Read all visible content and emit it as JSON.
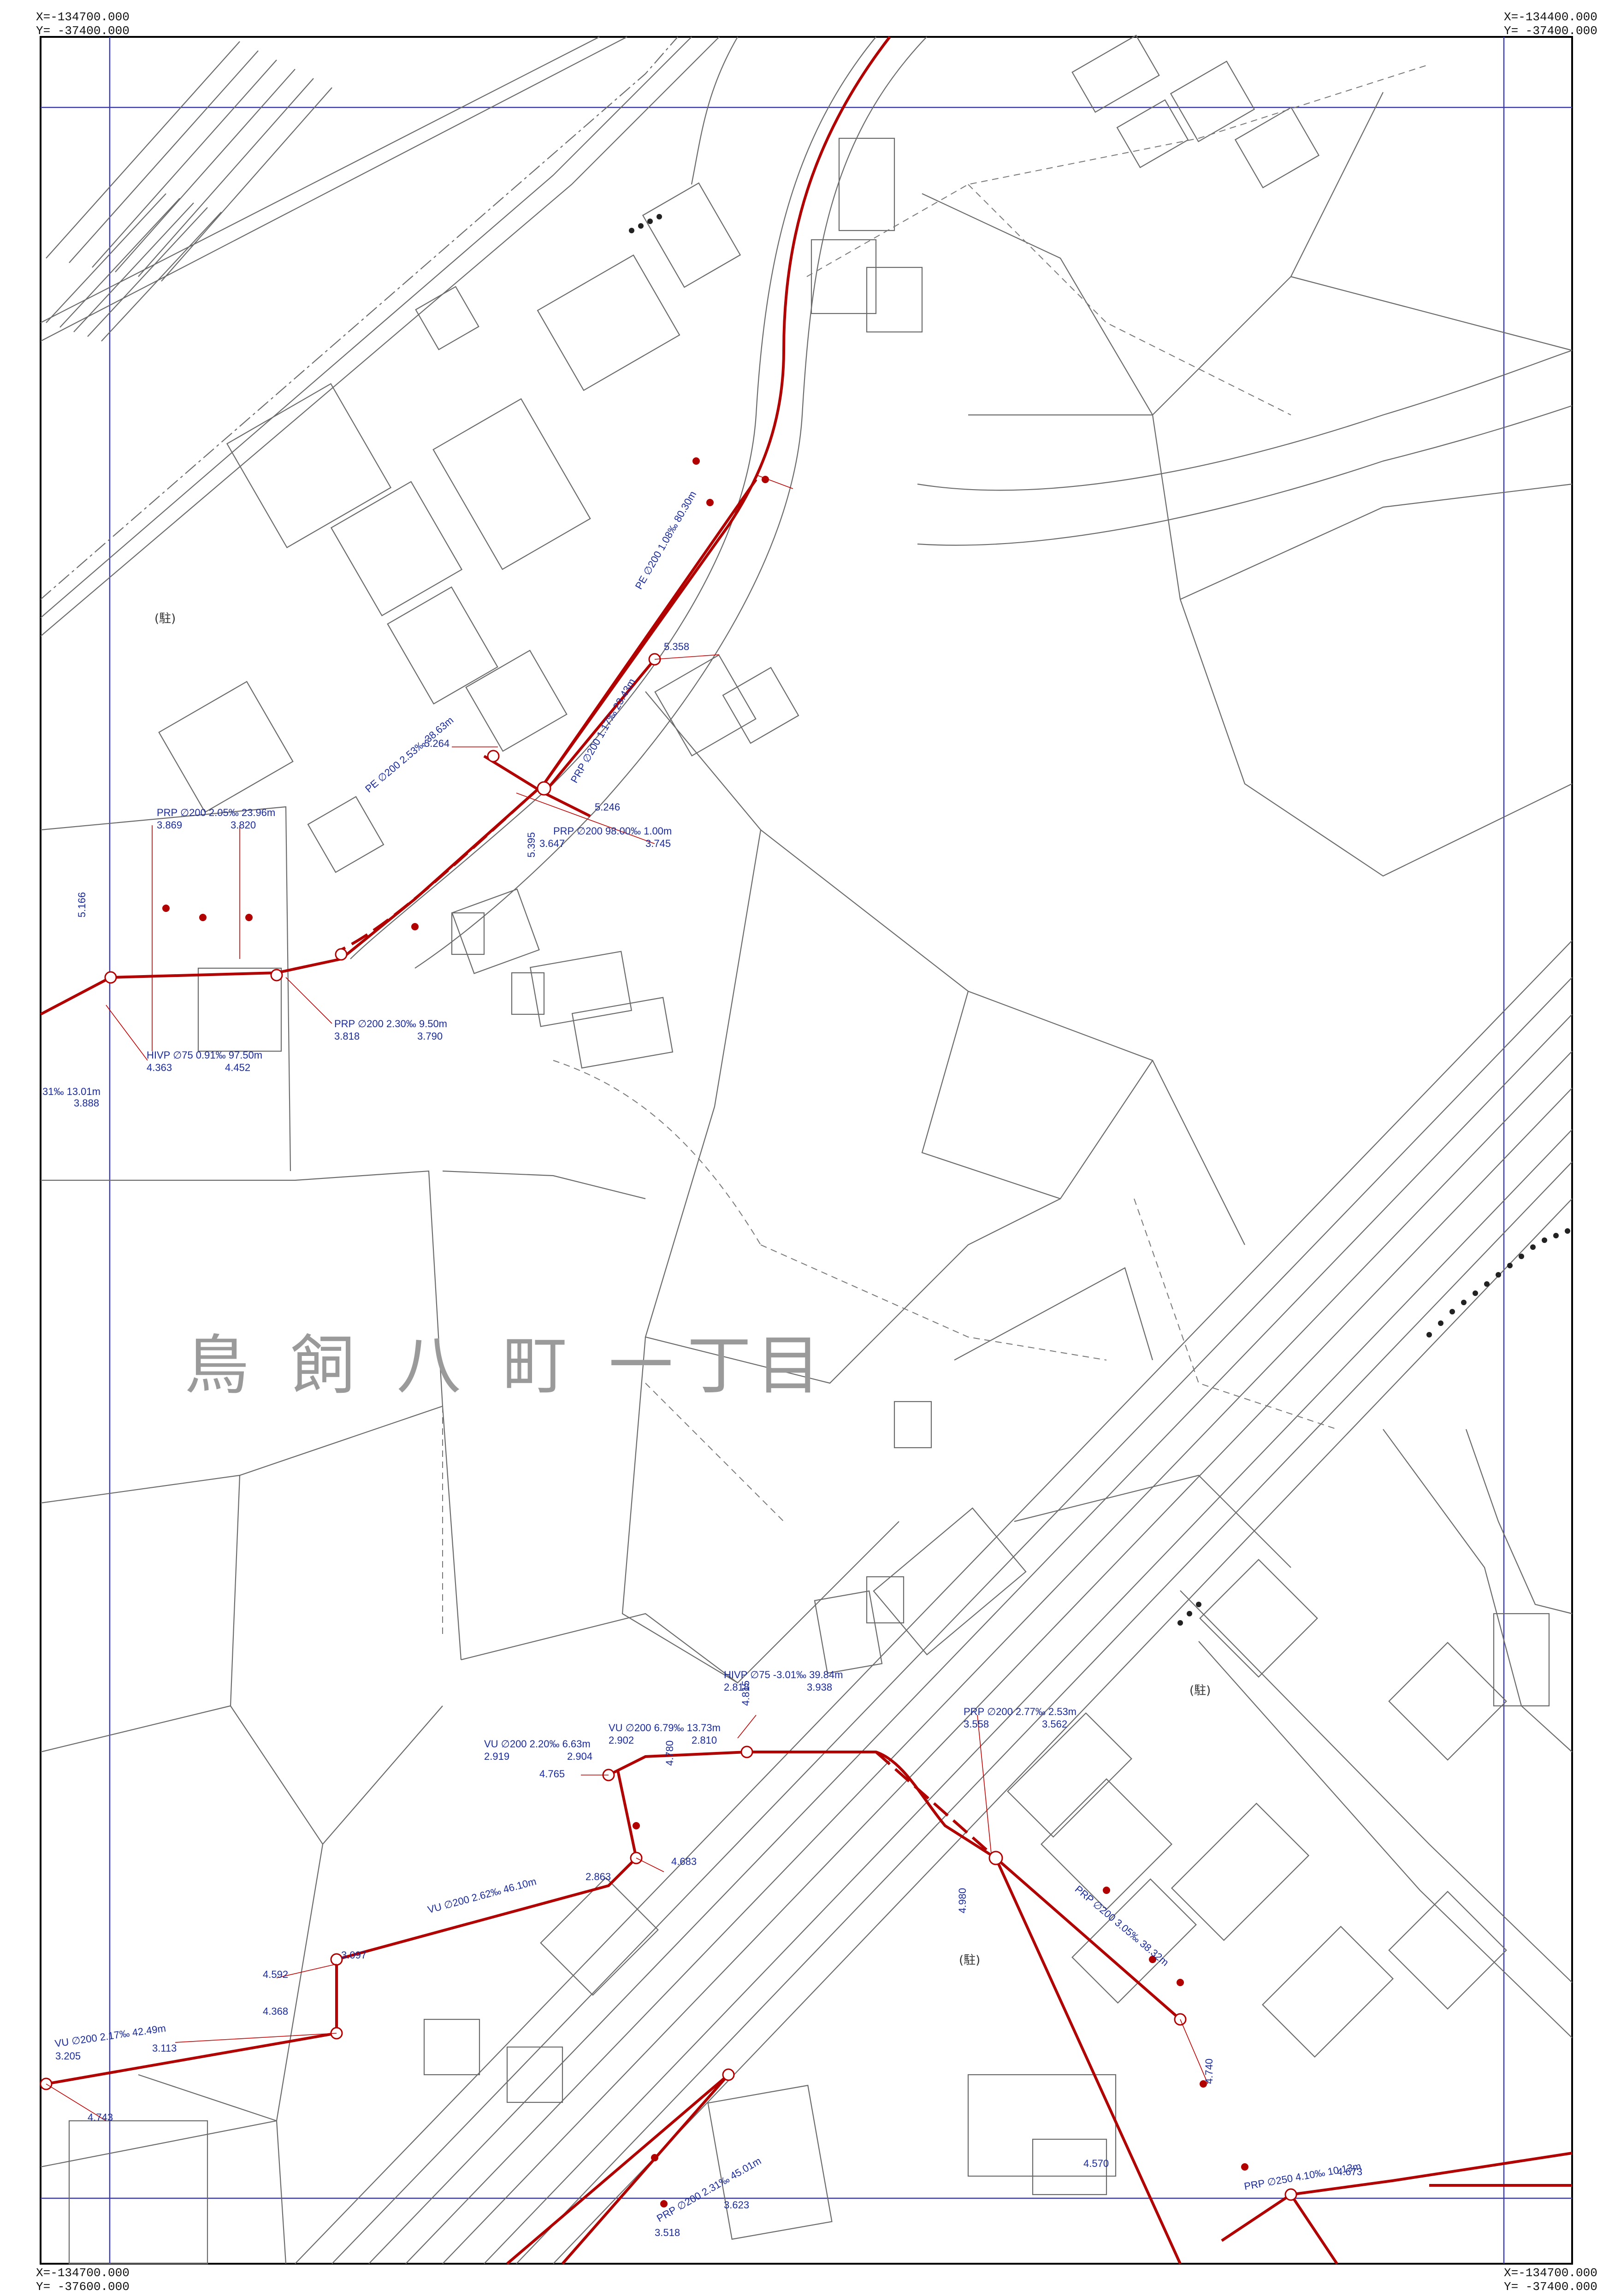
{
  "corners": {
    "top_left": {
      "x": "X=-134700.000",
      "y": "Y= -37400.000"
    },
    "top_right": {
      "x": "X=-134400.000",
      "y": "Y= -37400.000"
    },
    "bottom_left": {
      "x": "X=-134700.000",
      "y": "Y= -37600.000"
    },
    "bottom_right": {
      "x": "X=-134700.000",
      "y": "Y= -37400.000"
    }
  },
  "town_name": [
    "鳥",
    "飼",
    "八",
    "町",
    "一",
    "丁",
    "目"
  ],
  "park_marks": [
    "(駐)",
    "(駐)",
    "(駐)"
  ],
  "pipe_labels": {
    "l1": "PRP ∅200 2.05‰ 23.96m",
    "l1v": "3.869",
    "l1w": "3.820",
    "l2": "PRP ∅200 2.30‰ 9.50m",
    "l2v": "3.818",
    "l2w": "3.790",
    "l3": "HIVP ∅75 0.91‰ 97.50m",
    "l3v": "4.363",
    "l3w": "4.452",
    "l4": "31‰ 13.01m",
    "l4v": "3.888",
    "l5": "PE ∅200 1.08‰ 80.30m",
    "l6": "PRP ∅200 1.17‰ 23.43m",
    "l7": "PRP ∅200 98.00‰ 1.00m",
    "l7v": "3.647",
    "l7w": "3.745",
    "l8": "PE ∅200 2.53‰ 38.63m",
    "l9": "5.358",
    "l10": "5.246",
    "l11": "5.264",
    "l12": "VU ∅200 2.20‰ 6.63m",
    "l12v": "2.919",
    "l12w": "2.904",
    "l13": "VU ∅200 6.79‰ 13.73m",
    "l13v": "2.902",
    "l13w": "2.810",
    "l14": "HIVP ∅75 -3.01‰ 39.84m",
    "l14v": "2.818",
    "l14w": "3.938",
    "l15": "PRP ∅200 2.77‰ 2.53m",
    "l15v": "3.558",
    "l15w": "3.562",
    "l16": "VU ∅200 2.62‰ 46.10m",
    "l17": "VU ∅200 2.17‰ 42.49m",
    "l17v": "3.205",
    "l17w": "3.113",
    "l18": "4.765",
    "l19": "4.683",
    "l20": "4.592",
    "l21": "4.368",
    "l22": "4.743",
    "l23": "4.980",
    "l24": "4.740",
    "l25": "4.570",
    "l26": "PRP ∅200 2.31‰ 45.01m",
    "l26v": "3.518",
    "l26w": "3.623",
    "l27": "PRP ∅200 3.05‰ 38.32m",
    "l28": "PRP ∅250 4.10‰ 10.13m",
    "l29": "4.673",
    "l30": "3.097",
    "l31": "2.863",
    "l32": "5.395",
    "l33": "5.166",
    "l34": "4.780",
    "l35": "4.815"
  }
}
